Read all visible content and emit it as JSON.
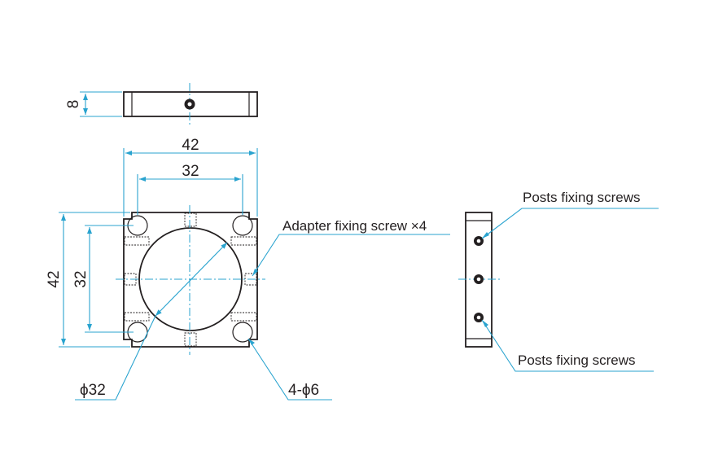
{
  "dimensions": {
    "thickness": "8",
    "outer_width": "42",
    "hole_pitch_x": "32",
    "outer_height": "42",
    "hole_pitch_y": "32",
    "bore_diameter": "ϕ32",
    "mounting_holes": "4-ϕ6"
  },
  "callouts": {
    "adapter_screw": "Adapter fixing screw ×4",
    "posts_screws_top": "Posts fixing screws",
    "posts_screws_bottom": "Posts fixing screws"
  },
  "colors": {
    "outline": "#231f20",
    "dimension": "#29a3cf"
  }
}
